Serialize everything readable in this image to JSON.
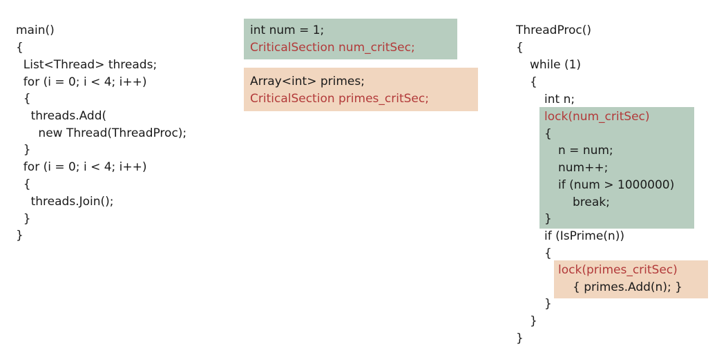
{
  "main_code": [
    "main()",
    "{",
    "  List<Thread> threads;",
    "  for (i = 0; i < 4; i++)",
    "  {",
    "    threads.Add(",
    "      new Thread(ThreadProc);",
    "  }",
    "  for (i = 0; i < 4; i++)",
    "  {",
    "    threads.Join();",
    "  }",
    "}"
  ],
  "globals": {
    "num": {
      "declaration": "int num = 1;",
      "lock": "CriticalSection num_critSec;"
    },
    "primes": {
      "declaration": "Array<int> primes;",
      "lock": "CriticalSection primes_critSec;"
    }
  },
  "thread_proc": {
    "header": "ThreadProc()",
    "open_brace": "{",
    "while_line": "while (1)",
    "while_open": "{",
    "decl": "int n;",
    "lock_num": "lock(num_critSec)",
    "lock_num_open": "{",
    "assign": "n = num;",
    "increment": "num++;",
    "if_limit": "if (num > 1000000)",
    "break_stmt": "break;",
    "lock_num_close": "}",
    "if_prime": "if (IsPrime(n))",
    "if_open": "{",
    "lock_primes": "lock(primes_critSec)",
    "add_stmt": "{ primes.Add(n); }",
    "if_close": "}",
    "while_close": "}",
    "close_brace": "}"
  },
  "colors": {
    "shared_num": "#b7cdbf",
    "shared_primes": "#f1d6bf",
    "lock_text": "#b23a3a"
  }
}
